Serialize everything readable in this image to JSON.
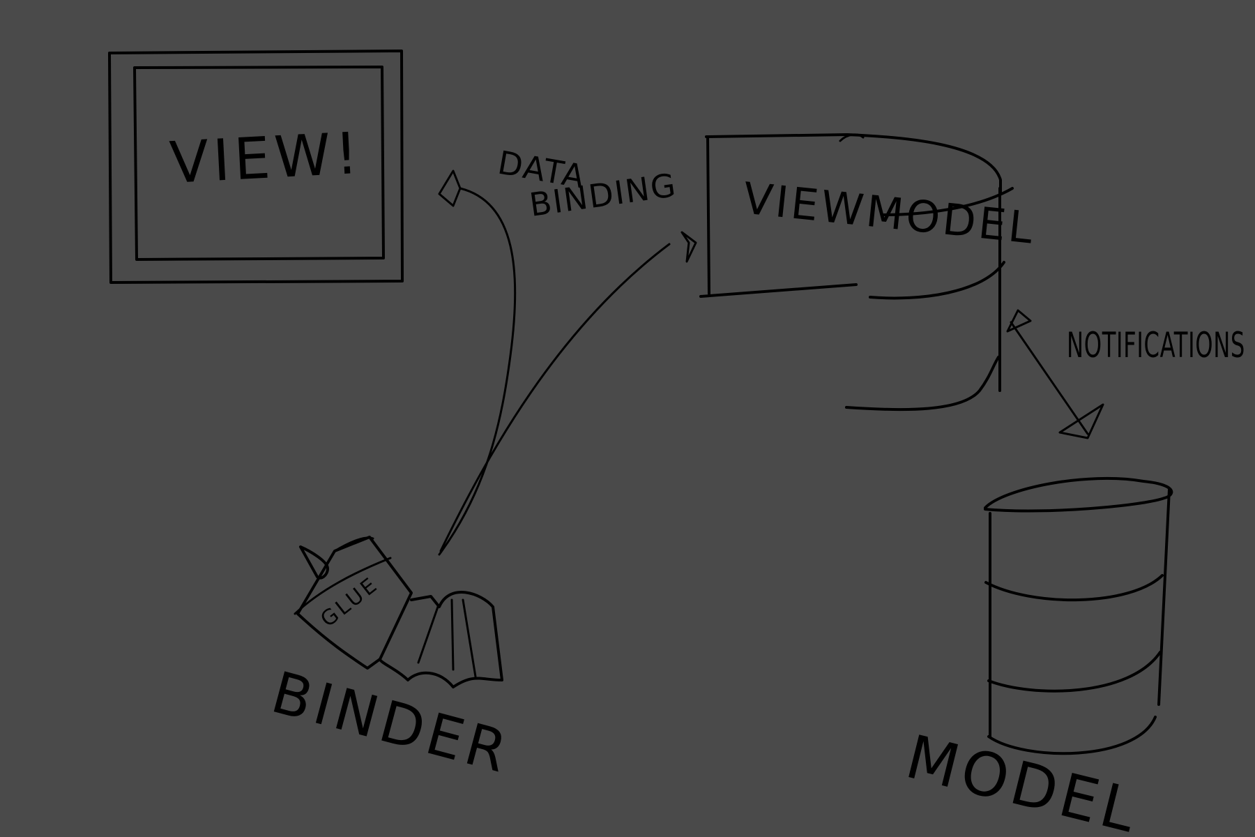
{
  "labels": {
    "view": "VIEW!",
    "data_binding_line1": "DATA",
    "data_binding_line2": "BINDING",
    "viewmodel": "VIEWMODEL",
    "notifications": "NOTIFICATIONS",
    "glue": "GLUE",
    "binder": "BINDER",
    "model": "MODEL"
  },
  "colors": {
    "background": "#4a4a4a",
    "ink": "#000000"
  },
  "nodes": [
    {
      "id": "view",
      "shape": "monitor"
    },
    {
      "id": "viewmodel",
      "shape": "cylinder"
    },
    {
      "id": "model",
      "shape": "cylinder"
    },
    {
      "id": "binder",
      "shape": "glue-bottle"
    }
  ],
  "edges": [
    {
      "from": "binder",
      "to": "view",
      "arrow": "end"
    },
    {
      "from": "binder",
      "to": "viewmodel",
      "arrow": "end"
    },
    {
      "from": "viewmodel",
      "to": "model",
      "arrow": "both"
    }
  ]
}
